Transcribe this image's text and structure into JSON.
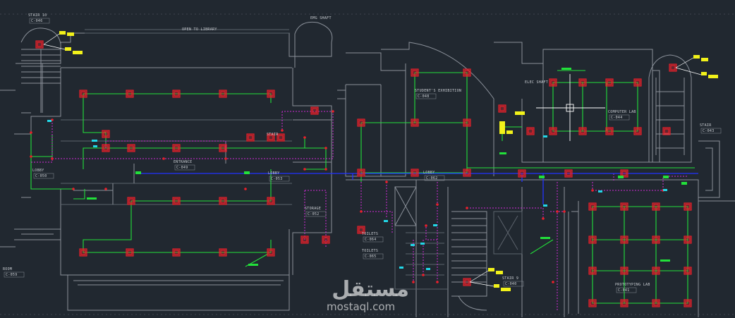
{
  "colors": {
    "background": "#212830",
    "wall": "#8a9099",
    "wall_dim": "#5c636c",
    "circuit_green": "#22e03a",
    "circuit_magenta": "#d22ad8",
    "circuit_blue": "#2233ff",
    "device_red": "#e8202a",
    "tag_yellow": "#f2f21a",
    "tag_cyan": "#22d8e8",
    "crosshair": "#ffffff"
  },
  "rooms": [
    {
      "name": "STAIR 10",
      "code": "C-046"
    },
    {
      "name": "OPEN TO LIBRARY",
      "code": ""
    },
    {
      "name": "EMG SHAFT",
      "code": ""
    },
    {
      "name": "STUDENT'S EXHIBITION",
      "code": "C-048"
    },
    {
      "name": "ELEC SHAFT",
      "code": ""
    },
    {
      "name": "COMPUTER LAB",
      "code": "C-044"
    },
    {
      "name": "STAIR",
      "code": "C-043"
    },
    {
      "name": "LOBBY",
      "code": "C-050"
    },
    {
      "name": "ENTRANCE",
      "code": "C-049"
    },
    {
      "name": "LOBBY",
      "code": "C-053"
    },
    {
      "name": "STAIR",
      "code": ""
    },
    {
      "name": "STORAGE",
      "code": "C-052"
    },
    {
      "name": "TOILETS",
      "code": "C-064"
    },
    {
      "name": "TOILETS",
      "code": "C-065"
    },
    {
      "name": "LOBBY",
      "code": "C-062"
    },
    {
      "name": "STAIR 9",
      "code": "C-040"
    },
    {
      "name": "PROTOTYPING LAB",
      "code": "C-041"
    },
    {
      "name": "ROOM",
      "code": "C-059"
    }
  ],
  "watermark": {
    "arabic": "مستقل",
    "latin": "mostaql.com"
  }
}
